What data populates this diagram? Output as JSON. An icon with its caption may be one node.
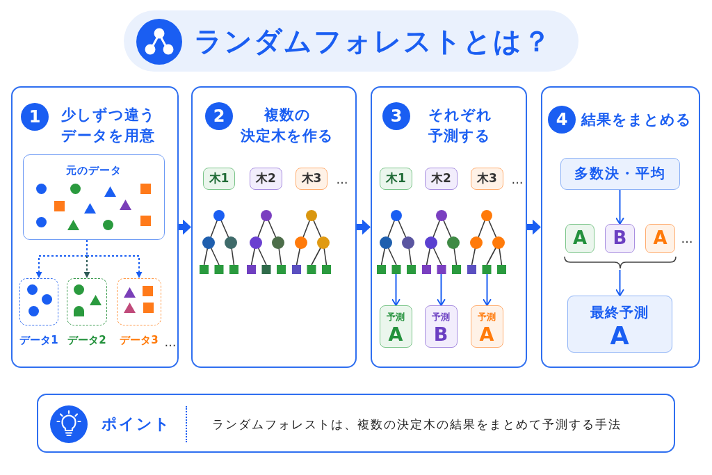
{
  "diagram": {
    "title": "ランダムフォレストとは？",
    "nodes": [
      {
        "text": [
          "1",
          "少しずつ違うデータを用意"
        ]
      },
      {
        "text": [
          "元のデータ"
        ],
        "in": 0
      },
      {
        "text": [
          "データ1"
        ],
        "in": 0
      },
      {
        "text": [
          "データ2"
        ],
        "in": 0
      },
      {
        "text": [
          "データ3"
        ],
        "in": 0
      },
      {
        "text": [
          "2",
          "複数の決定木を作る"
        ]
      },
      {
        "text": [
          "木1"
        ],
        "in": 5
      },
      {
        "text": [
          "木2"
        ],
        "in": 5
      },
      {
        "text": [
          "木3"
        ],
        "in": 5
      },
      {
        "text": [],
        "shape": "picture",
        "in": 5
      },
      {
        "text": [],
        "shape": "picture",
        "in": 5
      },
      {
        "text": [],
        "shape": "picture",
        "in": 5
      },
      {
        "text": [
          "3",
          "それぞれ予測する"
        ]
      },
      {
        "text": [
          "木1"
        ],
        "in": 12
      },
      {
        "text": [
          "木2"
        ],
        "in": 12
      },
      {
        "text": [
          "木3"
        ],
        "in": 12
      },
      {
        "text": [],
        "shape": "picture",
        "in": 12
      },
      {
        "text": [],
        "shape": "picture",
        "in": 12
      },
      {
        "text": [],
        "shape": "picture",
        "in": 12
      },
      {
        "text": [
          "予測",
          "A"
        ],
        "in": 12
      },
      {
        "text": [
          "予測",
          "B"
        ],
        "in": 12
      },
      {
        "text": [
          "予測",
          "A"
        ],
        "in": 12
      },
      {
        "text": [
          "4",
          "結果をまとめる"
        ]
      },
      {
        "text": [
          "多数決・平均"
        ],
        "in": 22
      },
      {
        "text": [
          "A"
        ],
        "in": 22
      },
      {
        "text": [
          "B"
        ],
        "in": 22
      },
      {
        "text": [
          "A"
        ],
        "in": 22
      },
      {
        "text": [],
        "shape": "brace",
        "in": 22
      },
      {
        "text": [
          "最終予測",
          "A"
        ],
        "in": 22
      },
      {
        "text": [
          "ポイント",
          "ランダムフォレストは、複数の決定木の結果をまとめて予測する手法"
        ]
      }
    ],
    "edges": [
      {
        "from": 1,
        "to": 2,
        "arrow": "to",
        "style": "dashed"
      },
      {
        "from": 1,
        "to": 3,
        "arrow": "to",
        "style": "dashed",
        "color": "#2e5b57"
      },
      {
        "from": 1,
        "to": 4,
        "arrow": "to",
        "style": "dashed"
      },
      {
        "from": 0,
        "to": 5,
        "arrow": "to",
        "style": "thick"
      },
      {
        "from": 5,
        "to": 12,
        "arrow": "to",
        "style": "thick"
      },
      {
        "from": 16,
        "to": 19,
        "arrow": "to"
      },
      {
        "from": 17,
        "to": 20,
        "arrow": "to"
      },
      {
        "from": 18,
        "to": 21,
        "arrow": "to"
      },
      {
        "from": 12,
        "to": 22,
        "arrow": "to",
        "style": "thick"
      },
      {
        "from": 23,
        "to": 25,
        "arrow": "to"
      },
      {
        "from": 27,
        "to": 28,
        "arrow": "to"
      }
    ],
    "labels": [
      "…",
      "…",
      "…",
      "…"
    ]
  }
}
